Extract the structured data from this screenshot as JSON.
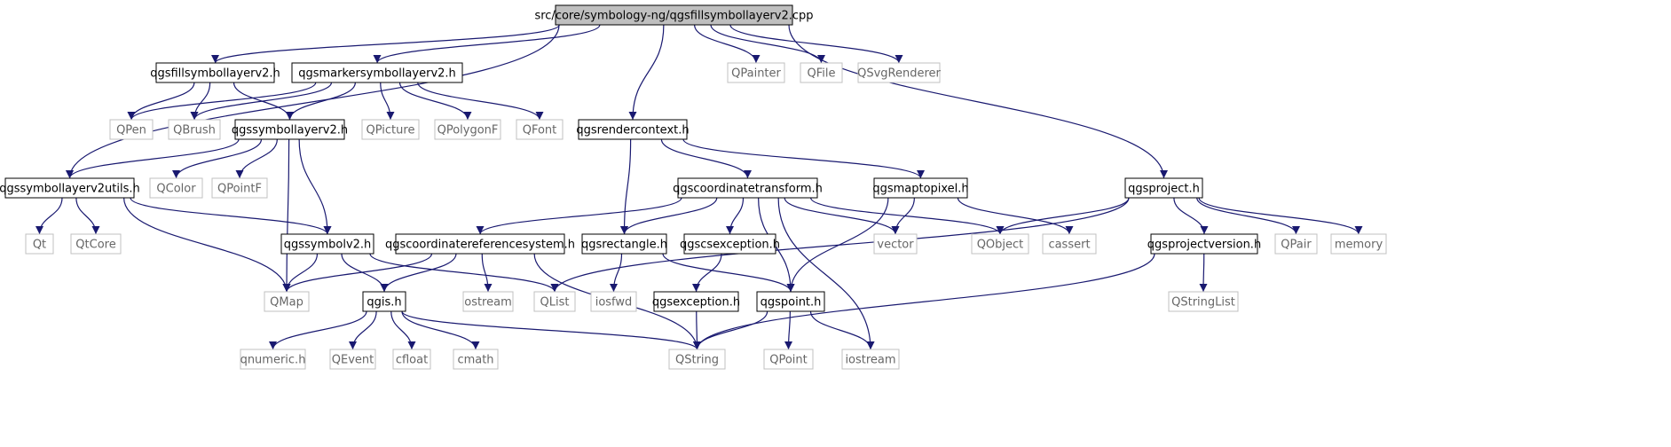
{
  "graph": {
    "nodes": [
      {
        "id": "root",
        "label": "src/core/symbology-ng/qgsfillsymbollayerv2.cpp",
        "style": "root"
      },
      {
        "id": "fillsym",
        "label": "qgsfillsymbollayerv2.h",
        "style": "bold"
      },
      {
        "id": "markersym",
        "label": "qgsmarkersymbollayerv2.h",
        "style": "bold"
      },
      {
        "id": "qpainter",
        "label": "QPainter",
        "style": "light"
      },
      {
        "id": "qfile",
        "label": "QFile",
        "style": "light"
      },
      {
        "id": "qsvgrenderer",
        "label": "QSvgRenderer",
        "style": "light"
      },
      {
        "id": "qpen",
        "label": "QPen",
        "style": "light"
      },
      {
        "id": "qbrush",
        "label": "QBrush",
        "style": "light"
      },
      {
        "id": "symlayer",
        "label": "qgssymbollayerv2.h",
        "style": "bold"
      },
      {
        "id": "qpicture",
        "label": "QPicture",
        "style": "light"
      },
      {
        "id": "qpolygonf",
        "label": "QPolygonF",
        "style": "light"
      },
      {
        "id": "qfont",
        "label": "QFont",
        "style": "light"
      },
      {
        "id": "rendercontext",
        "label": "qgsrendercontext.h",
        "style": "bold"
      },
      {
        "id": "symutils",
        "label": "qgssymbollayerv2utils.h",
        "style": "bold"
      },
      {
        "id": "qcolor",
        "label": "QColor",
        "style": "light"
      },
      {
        "id": "qpointf",
        "label": "QPointF",
        "style": "light"
      },
      {
        "id": "coordtrans",
        "label": "qgscoordinatetransform.h",
        "style": "bold"
      },
      {
        "id": "maptopixel",
        "label": "qgsmaptopixel.h",
        "style": "bold"
      },
      {
        "id": "project",
        "label": "qgsproject.h",
        "style": "bold"
      },
      {
        "id": "qt",
        "label": "Qt",
        "style": "light"
      },
      {
        "id": "qtcore",
        "label": "QtCore",
        "style": "light"
      },
      {
        "id": "symbolv2",
        "label": "qgssymbolv2.h",
        "style": "bold"
      },
      {
        "id": "crs",
        "label": "qgscoordinatereferencesystem.h",
        "style": "bold"
      },
      {
        "id": "rectangle",
        "label": "qgsrectangle.h",
        "style": "bold"
      },
      {
        "id": "csexception",
        "label": "qgscsexception.h",
        "style": "bold"
      },
      {
        "id": "vector",
        "label": "vector",
        "style": "light"
      },
      {
        "id": "qobject",
        "label": "QObject",
        "style": "light"
      },
      {
        "id": "cassert",
        "label": "cassert",
        "style": "light"
      },
      {
        "id": "projectversion",
        "label": "qgsprojectversion.h",
        "style": "bold"
      },
      {
        "id": "qpair",
        "label": "QPair",
        "style": "light"
      },
      {
        "id": "memory",
        "label": "memory",
        "style": "light"
      },
      {
        "id": "qmap",
        "label": "QMap",
        "style": "light"
      },
      {
        "id": "qgis",
        "label": "qgis.h",
        "style": "bold"
      },
      {
        "id": "ostream",
        "label": "ostream",
        "style": "light"
      },
      {
        "id": "qlist",
        "label": "QList",
        "style": "light"
      },
      {
        "id": "iosfwd",
        "label": "iosfwd",
        "style": "light"
      },
      {
        "id": "exception",
        "label": "qgsexception.h",
        "style": "bold"
      },
      {
        "id": "point",
        "label": "qgspoint.h",
        "style": "bold"
      },
      {
        "id": "qstringlist",
        "label": "QStringList",
        "style": "light"
      },
      {
        "id": "qnumeric",
        "label": "qnumeric.h",
        "style": "light"
      },
      {
        "id": "qevent",
        "label": "QEvent",
        "style": "light"
      },
      {
        "id": "cfloat",
        "label": "cfloat",
        "style": "light"
      },
      {
        "id": "cmath",
        "label": "cmath",
        "style": "light"
      },
      {
        "id": "qstring",
        "label": "QString",
        "style": "light"
      },
      {
        "id": "qpoint",
        "label": "QPoint",
        "style": "light"
      },
      {
        "id": "iostream",
        "label": "iostream",
        "style": "light"
      }
    ],
    "edges": [
      [
        "root",
        "fillsym"
      ],
      [
        "root",
        "markersym"
      ],
      [
        "root",
        "qpainter"
      ],
      [
        "root",
        "qfile"
      ],
      [
        "root",
        "qsvgrenderer"
      ],
      [
        "root",
        "symutils"
      ],
      [
        "root",
        "rendercontext"
      ],
      [
        "root",
        "project"
      ],
      [
        "fillsym",
        "qpen"
      ],
      [
        "fillsym",
        "qbrush"
      ],
      [
        "fillsym",
        "symlayer"
      ],
      [
        "markersym",
        "qpen"
      ],
      [
        "markersym",
        "qbrush"
      ],
      [
        "markersym",
        "symlayer"
      ],
      [
        "markersym",
        "qpicture"
      ],
      [
        "markersym",
        "qpolygonf"
      ],
      [
        "markersym",
        "qfont"
      ],
      [
        "symlayer",
        "symutils"
      ],
      [
        "symlayer",
        "qcolor"
      ],
      [
        "symlayer",
        "qpointf"
      ],
      [
        "symlayer",
        "qmap"
      ],
      [
        "symlayer",
        "symbolv2"
      ],
      [
        "symutils",
        "qt"
      ],
      [
        "symutils",
        "qtcore"
      ],
      [
        "symutils",
        "qmap"
      ],
      [
        "symutils",
        "symbolv2"
      ],
      [
        "rendercontext",
        "coordtrans"
      ],
      [
        "rendercontext",
        "maptopixel"
      ],
      [
        "rendercontext",
        "rectangle"
      ],
      [
        "coordtrans",
        "crs"
      ],
      [
        "coordtrans",
        "rectangle"
      ],
      [
        "coordtrans",
        "csexception"
      ],
      [
        "coordtrans",
        "vector"
      ],
      [
        "coordtrans",
        "qobject"
      ],
      [
        "coordtrans",
        "point"
      ],
      [
        "coordtrans",
        "iostream"
      ],
      [
        "maptopixel",
        "vector"
      ],
      [
        "maptopixel",
        "cassert"
      ],
      [
        "maptopixel",
        "point"
      ],
      [
        "project",
        "qobject"
      ],
      [
        "project",
        "projectversion"
      ],
      [
        "project",
        "qpair"
      ],
      [
        "project",
        "memory"
      ],
      [
        "project",
        "qlist"
      ],
      [
        "symbolv2",
        "qmap"
      ],
      [
        "symbolv2",
        "qgis"
      ],
      [
        "symbolv2",
        "qlist"
      ],
      [
        "crs",
        "qmap"
      ],
      [
        "crs",
        "qgis"
      ],
      [
        "crs",
        "ostream"
      ],
      [
        "crs",
        "qstring"
      ],
      [
        "rectangle",
        "iosfwd"
      ],
      [
        "rectangle",
        "point"
      ],
      [
        "csexception",
        "exception"
      ],
      [
        "exception",
        "qstring"
      ],
      [
        "point",
        "qstring"
      ],
      [
        "point",
        "qpoint"
      ],
      [
        "point",
        "iostream"
      ],
      [
        "projectversion",
        "qstringlist"
      ],
      [
        "projectversion",
        "qstring"
      ],
      [
        "qgis",
        "qnumeric"
      ],
      [
        "qgis",
        "qevent"
      ],
      [
        "qgis",
        "cfloat"
      ],
      [
        "qgis",
        "cmath"
      ],
      [
        "qgis",
        "qstring"
      ]
    ],
    "colors": {
      "edge": "#191970",
      "bold_border": "#000000",
      "light_border": "#c0c0c0",
      "root_fill": "#bfbfbf",
      "light_text": "#666666",
      "text": "#000000"
    }
  }
}
